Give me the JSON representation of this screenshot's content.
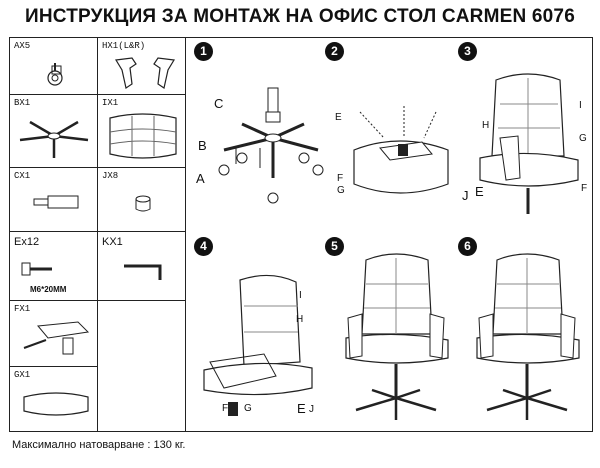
{
  "title": "ИНСТРУКЦИЯ ЗА МОНТАЖ НА ОФИС СТОЛ CARMEN 6076",
  "parts": [
    {
      "code": "AX5"
    },
    {
      "code": "HX1(L&R)"
    },
    {
      "code": "BX1"
    },
    {
      "code": "IX1"
    },
    {
      "code": "CX1"
    },
    {
      "code": "JX8"
    },
    {
      "code": "Ex12"
    },
    {
      "code": "KX1"
    },
    {
      "code": "FX1"
    },
    {
      "code": "GX1"
    }
  ],
  "bolt_spec": "M6*20MM",
  "steps": [
    "1",
    "2",
    "3",
    "4",
    "5",
    "6"
  ],
  "step1_labels": {
    "a": "A",
    "b": "B",
    "c": "C"
  },
  "step2_labels": {
    "e": "E",
    "f": "F",
    "g": "G"
  },
  "step3_labels": {
    "i": "I",
    "h": "H",
    "g": "G",
    "j": "J",
    "e": "E",
    "f": "F"
  },
  "step4_labels": {
    "i": "I",
    "h": "H",
    "f": "F",
    "g": "G",
    "e": "E",
    "j": "J"
  },
  "max_load": "Максимално натоварване : 130 кг."
}
